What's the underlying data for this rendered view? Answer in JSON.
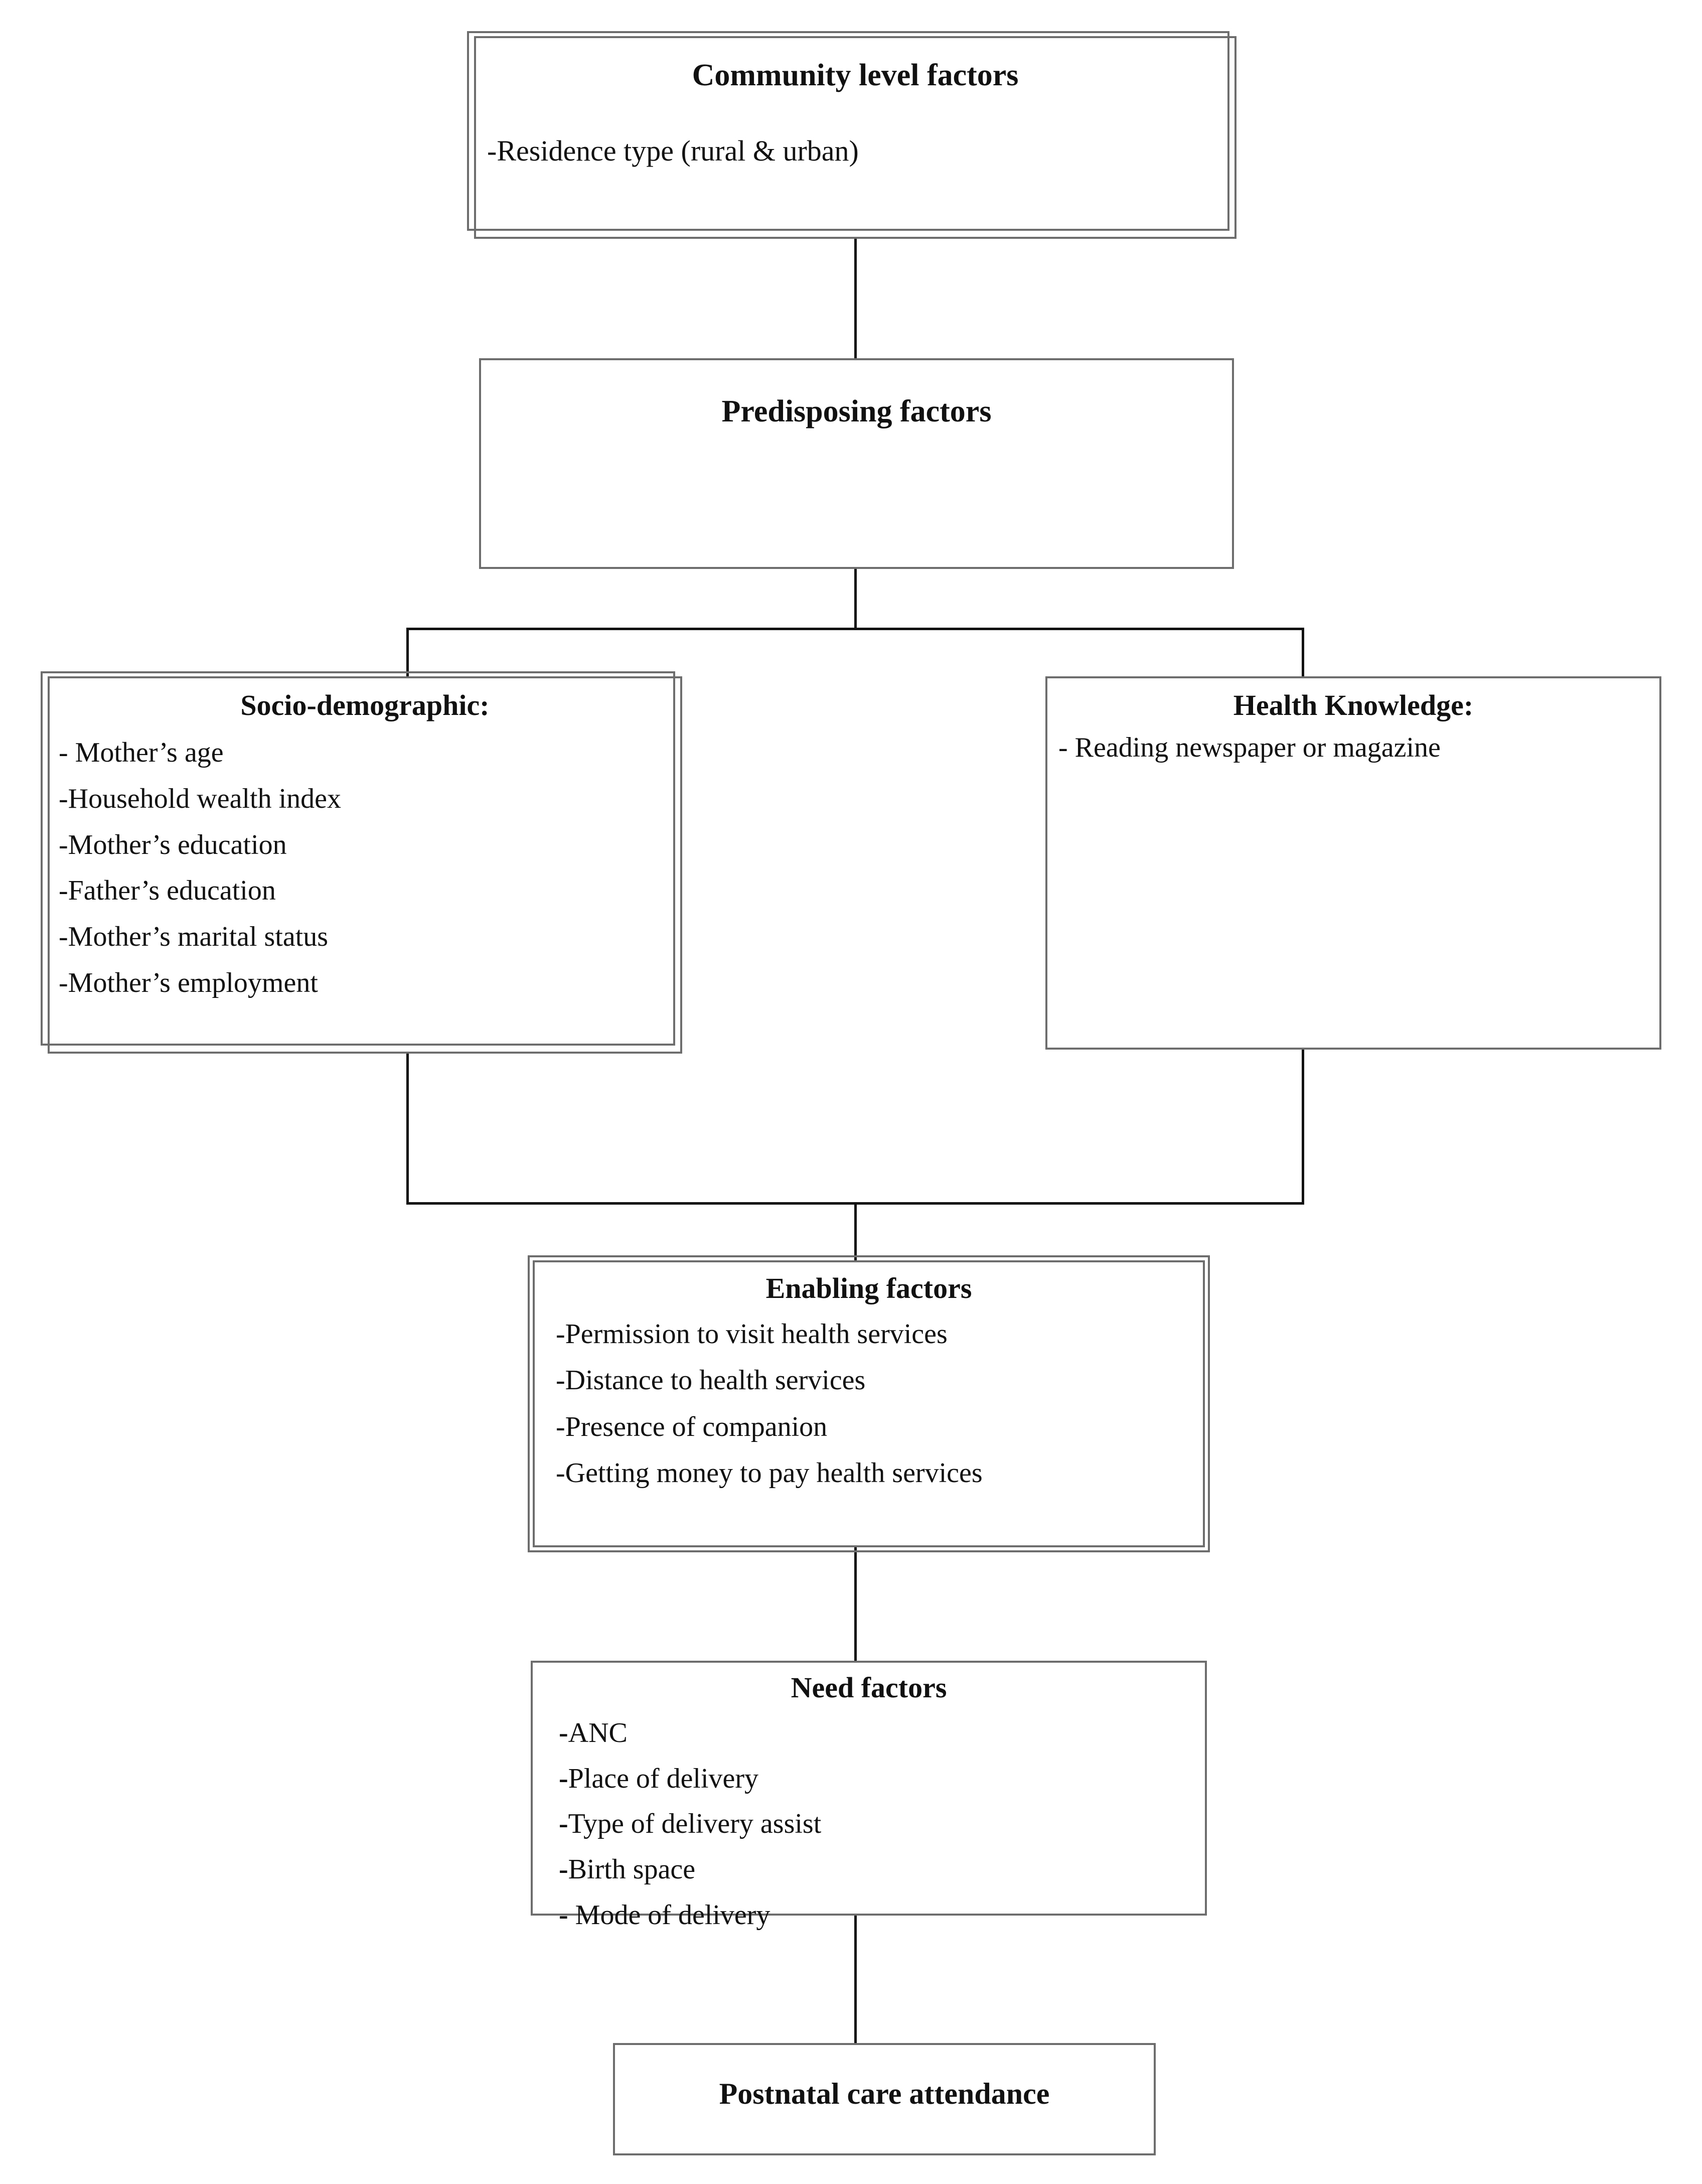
{
  "diagram": {
    "type": "flowchart",
    "title": "Conceptual framework for postnatal care attendance",
    "nodes": {
      "community": {
        "title": "Community level factors",
        "items": [
          {
            "dash": "-",
            "text": "Residence type (rural & urban)",
            "bold_dash": false
          }
        ]
      },
      "predisposing": {
        "title": "Predisposing factors",
        "items": []
      },
      "socio_demographic": {
        "title": "Socio-demographic:",
        "items": [
          {
            "dash": "-",
            "text": " Mother’s age",
            "bold_dash": false
          },
          {
            "dash": "-",
            "text": "Household wealth index",
            "bold_dash": false
          },
          {
            "dash": "-",
            "text": "Mother’s education",
            "bold_dash": false
          },
          {
            "dash": "-",
            "text": "Father’s education",
            "bold_dash": false
          },
          {
            "dash": "-",
            "text": "Mother’s marital status",
            "bold_dash": false
          },
          {
            "dash": "-",
            "text": "Mother’s employment",
            "bold_dash": false
          }
        ]
      },
      "health_knowledge": {
        "title": "Health Knowledge:",
        "items": [
          {
            "dash": "-",
            "text": " Reading newspaper or magazine",
            "bold_dash": false
          }
        ]
      },
      "enabling": {
        "title": "Enabling factors",
        "items": [
          {
            "dash": "-",
            "text": "Permission to visit health services",
            "bold_dash": false
          },
          {
            "dash": "-",
            "text": "Distance to health services",
            "bold_dash": false
          },
          {
            "dash": "-",
            "text": "Presence of companion",
            "bold_dash": false
          },
          {
            "dash": "-",
            "text": "Getting money to pay health services",
            "bold_dash": false
          }
        ]
      },
      "need": {
        "title": "Need factors",
        "items": [
          {
            "dash": "-",
            "text": "ANC",
            "bold_dash": true
          },
          {
            "dash": "-",
            "text": "Place of delivery",
            "bold_dash": true
          },
          {
            "dash": "-",
            "text": "Type of delivery assist",
            "bold_dash": true
          },
          {
            "dash": "-",
            "text": "Birth space",
            "bold_dash": true
          },
          {
            "dash": "-",
            "text": " Mode of delivery",
            "bold_dash": true
          }
        ]
      },
      "postnatal": {
        "title": "Postnatal care attendance",
        "items": []
      }
    },
    "edges": [
      {
        "from": "community",
        "to": "predisposing"
      },
      {
        "from": "predisposing",
        "to": "socio_demographic"
      },
      {
        "from": "predisposing",
        "to": "health_knowledge"
      },
      {
        "from": "socio_demographic",
        "to": "enabling"
      },
      {
        "from": "health_knowledge",
        "to": "enabling"
      },
      {
        "from": "enabling",
        "to": "need"
      },
      {
        "from": "need",
        "to": "postnatal"
      }
    ],
    "colors": {
      "box_border": "#6d6d6d",
      "connector": "#111111",
      "text": "#111111",
      "background": "#ffffff"
    }
  }
}
